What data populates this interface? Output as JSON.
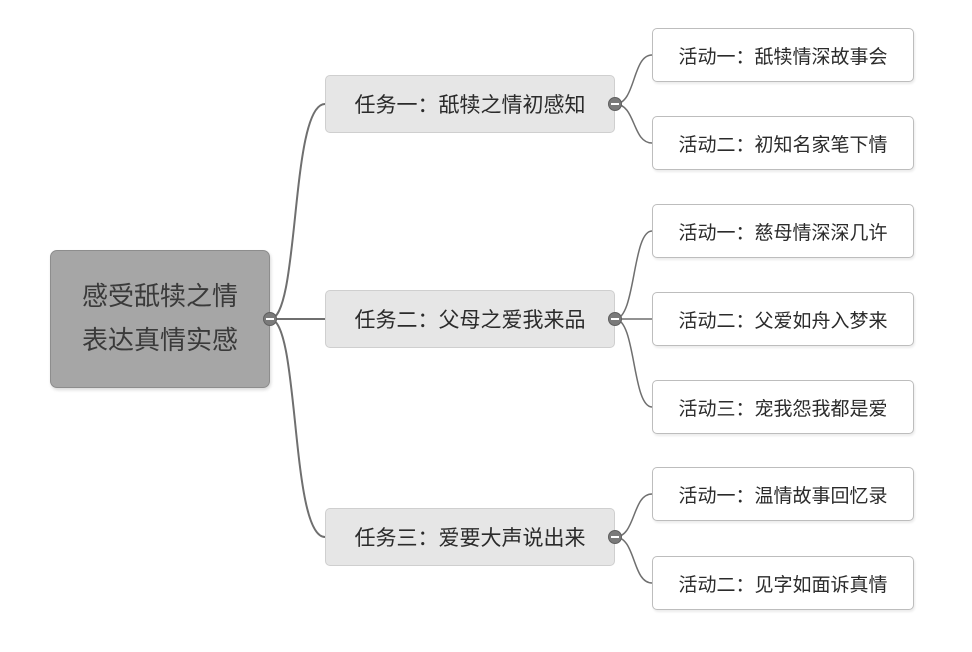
{
  "root": {
    "line1": "感受舐犊之情",
    "line2": "表达真情实感"
  },
  "tasks": [
    {
      "label": "任务一：舐犊之情初感知",
      "activities": [
        "活动一：舐犊情深故事会",
        "活动二：初知名家笔下情"
      ]
    },
    {
      "label": "任务二：父母之爱我来品",
      "activities": [
        "活动一：慈母情深深几许",
        "活动二：父爱如舟入梦来",
        "活动三：宠我怨我都是爱"
      ]
    },
    {
      "label": "任务三：爱要大声说出来",
      "activities": [
        "活动一：温情故事回忆录",
        "活动二：见字如面诉真情"
      ]
    }
  ],
  "colors": {
    "root_fill": "#a6a6a6",
    "task_fill": "#e6e6e6",
    "activity_fill": "#ffffff",
    "line": "#6f6f6f"
  }
}
